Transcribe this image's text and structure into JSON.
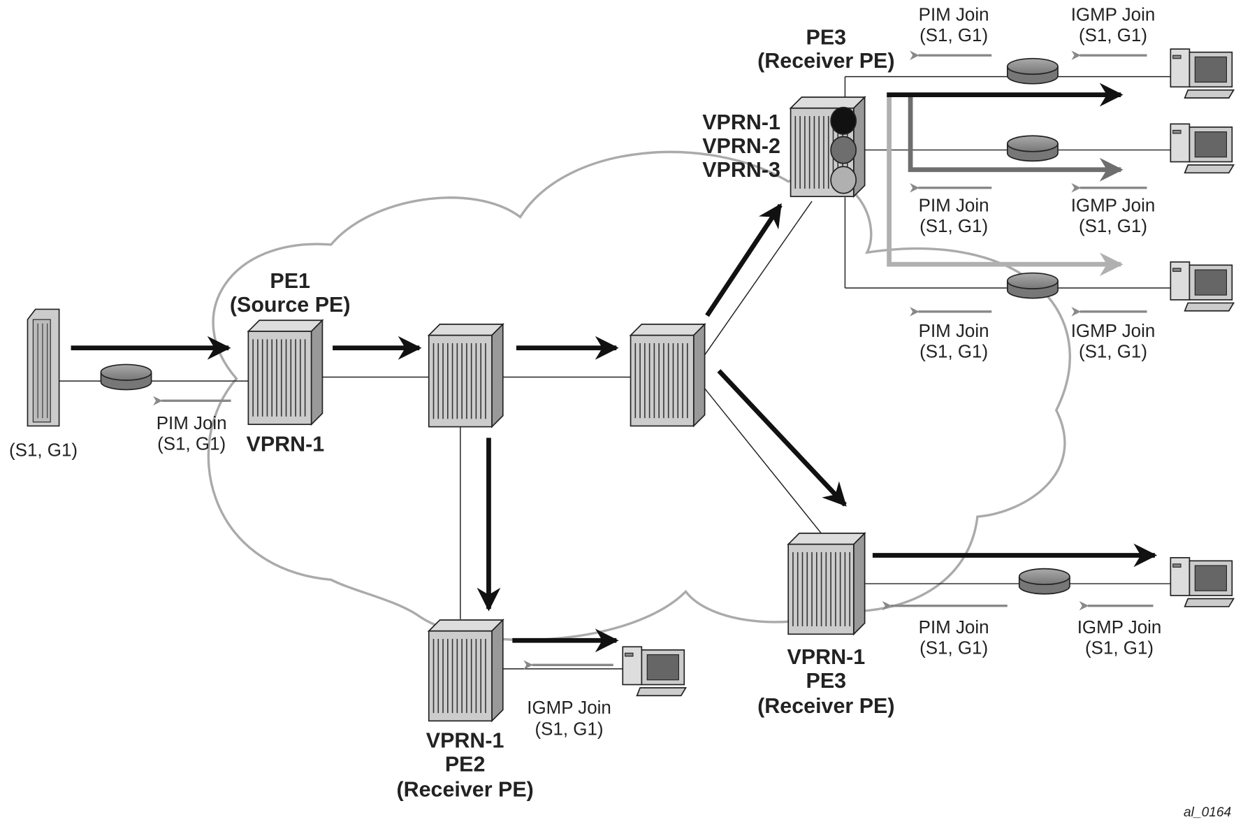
{
  "labels": {
    "pe1": [
      "PE1",
      "(Source PE)"
    ],
    "pe1_vprn": "VPRN-1",
    "source": "(S1, G1)",
    "pim_join_pe1": [
      "PIM Join",
      "(S1, G1)"
    ],
    "pe2": [
      "VPRN-1",
      "PE2",
      "(Receiver PE)"
    ],
    "pe2_igmp": [
      "IGMP Join",
      "(S1, G1)"
    ],
    "pe3_top": [
      "PE3",
      "(Receiver PE)"
    ],
    "pe3_top_vprns": [
      "VPRN-1",
      "VPRN-2",
      "VPRN-3"
    ],
    "pe3_bottom": [
      "VPRN-1",
      "PE3",
      "(Receiver PE)"
    ],
    "pim_joins": [
      [
        "PIM Join",
        "(S1, G1)"
      ],
      [
        "PIM Join",
        "(S1, G1)"
      ],
      [
        "PIM Join",
        "(S1, G1)"
      ],
      [
        "PIM Join",
        "(S1, G1)"
      ]
    ],
    "igmp_joins": [
      [
        "IGMP Join",
        "(S1, G1)"
      ],
      [
        "IGMP Join",
        "(S1, G1)"
      ],
      [
        "IGMP Join",
        "(S1, G1)"
      ],
      [
        "IGMP Join",
        "(S1, G1)"
      ]
    ],
    "figure_id": "al_0164"
  },
  "colors": {
    "vprn1": "#111111",
    "vprn2": "#6e6e6e",
    "vprn3": "#b0b0b0",
    "cloud": "#aaaaaa",
    "join_arrow": "#888888"
  }
}
